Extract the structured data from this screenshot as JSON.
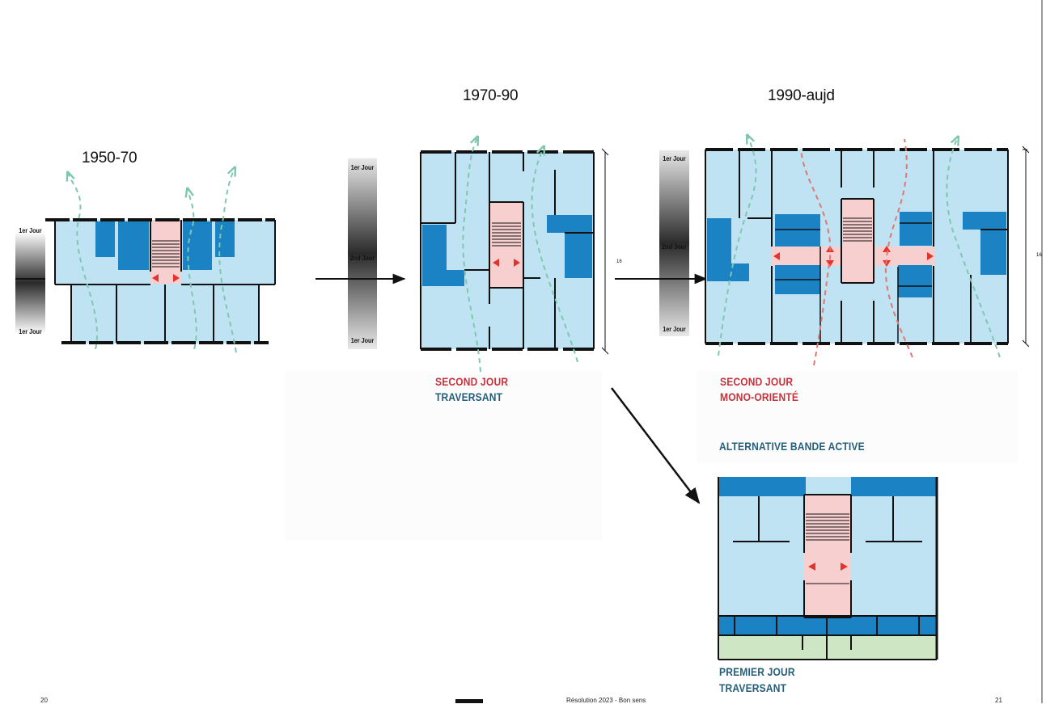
{
  "eras": {
    "e1": "1950-70",
    "e2": "1970-90",
    "e3": "1990-aujd"
  },
  "daylight": {
    "first_day": "1er Jour",
    "second_day": "2nd Jour"
  },
  "dimension": "16",
  "captions": {
    "plan2_line1": "SECOND JOUR",
    "plan2_line2": "TRAVERSANT",
    "plan3_line1": "SECOND JOUR",
    "plan3_line2": "MONO-ORIENTÉ",
    "alternative_title": "ALTERNATIVE BANDE ACTIVE",
    "plan4_line1": "PREMIER JOUR",
    "plan4_line2": "TRAVERSANT"
  },
  "footer": {
    "page_left": "20",
    "center": "Résolution 2023 - Bon sens",
    "page_right": "21"
  },
  "colors": {
    "room": "#bfe3f3",
    "service": "#1b83c4",
    "circulation": "#f8cfcf",
    "arrow_red": "#e2332e",
    "garden": "#cfe6c4",
    "wall": "#111111",
    "airflow_green": "#7ec8b0",
    "airflow_red": "#e07870"
  }
}
